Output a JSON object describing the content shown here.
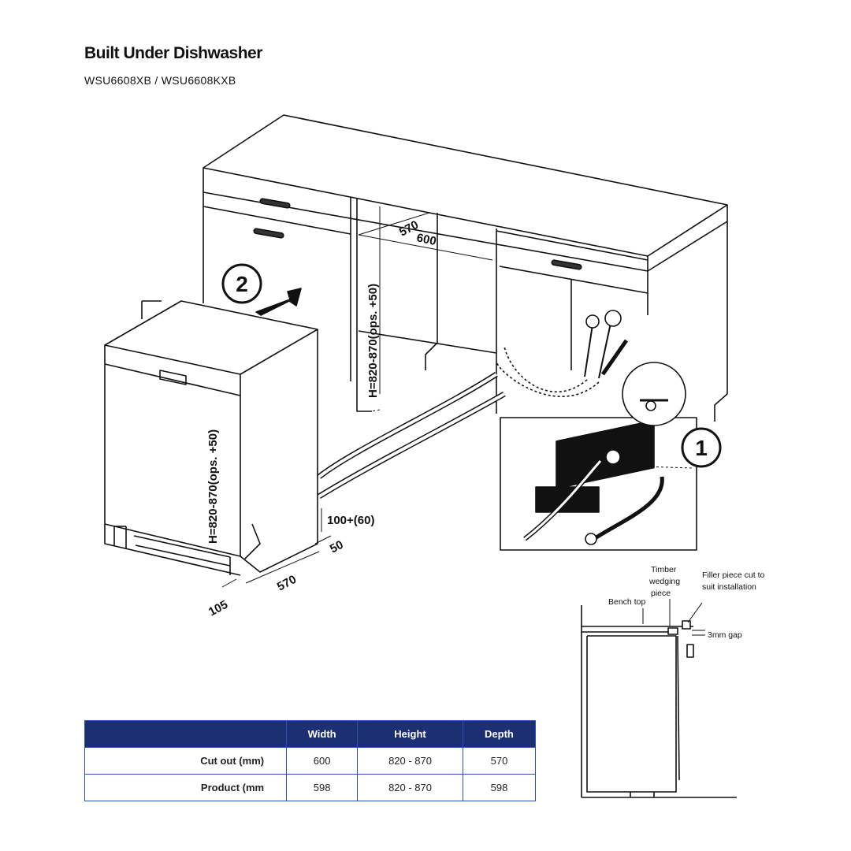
{
  "header": {
    "title": "Built Under Dishwasher",
    "models": "WSU6608XB / WSU6608KXB"
  },
  "diagram": {
    "step_2": "2",
    "step_1": "1",
    "cabinet_depth": "570",
    "cabinet_width": "600",
    "cabinet_height": "H=820-870(ops. +50)",
    "appliance_height": "H=820-870(ops. +50)",
    "toe_height": "100+(60)",
    "toe_offset": "50",
    "appliance_depth": "570",
    "front_offset": "105"
  },
  "detail": {
    "timber_label": "Timber wedging piece",
    "filler_label": "Filler piece cut to suit installation",
    "bench_label": "Bench top",
    "gap_label": "3mm gap"
  },
  "table": {
    "headers": [
      "",
      "Width",
      "Height",
      "Depth"
    ],
    "rows": [
      [
        "Cut out (mm)",
        "600",
        "820 - 870",
        "570"
      ],
      [
        "Product (mm",
        "598",
        "820 - 870",
        "598"
      ]
    ]
  },
  "colors": {
    "table_header": "#1d2f73",
    "table_border": "#2f4fb0"
  }
}
